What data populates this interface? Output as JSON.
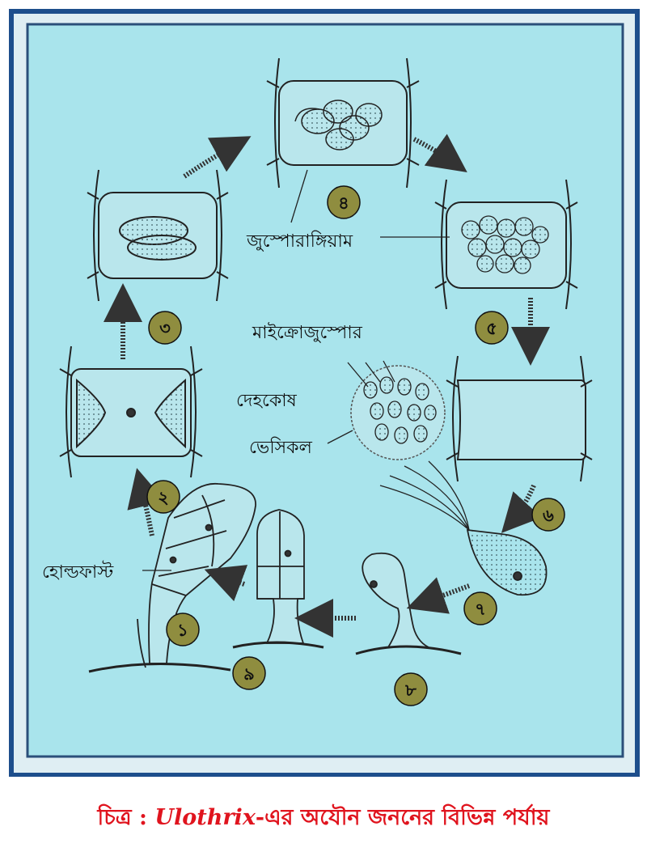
{
  "labels": {
    "zoosporangium": "জুস্পোরাঙ্গিয়াম",
    "microzoospore": "মাইক্রোজুস্পোর",
    "somatic_cell": "দেহকোষ",
    "vesicle": "ভেসিকল",
    "holdfast": "হোল্ডফাস্ট"
  },
  "stages": [
    "১",
    "২",
    "৩",
    "৪",
    "৫",
    "৬",
    "৭",
    "৮",
    "৯"
  ],
  "caption": {
    "prefix": "চিত্র : ",
    "genus": "Ulothrix",
    "suffix": "-এর অযৌন জননের বিভিন্ন পর্যায়"
  },
  "colors": {
    "panel": "#a9e4ec",
    "border": "#1d4e8c",
    "badge": "#8f8d3f",
    "caption": "#e0141e"
  }
}
